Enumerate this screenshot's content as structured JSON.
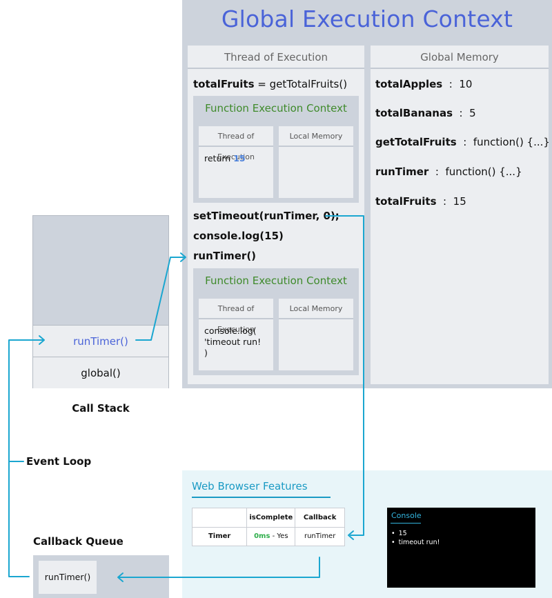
{
  "gec": {
    "title": "Global Execution Context",
    "thread": {
      "header": "Thread of Execution",
      "line1": {
        "bold": "totalFruits",
        "rest": " = getTotalFruits()"
      },
      "fec1": {
        "header": "Function Execution Context",
        "thread_header": "Thread of Execution",
        "memory_header": "Local Memory",
        "return_text": "return ",
        "return_value": "15"
      },
      "line2": "setTimeout(runTimer, 0);",
      "line3": "console.log(15)",
      "line4": "runTimer()",
      "fec2": {
        "header": "Function Execution Context",
        "thread_header": "Thread of Execution",
        "memory_header": "Local Memory",
        "body": "console.log(\n'timeout run!\n)"
      }
    },
    "memory": {
      "header": "Global Memory",
      "items": [
        {
          "name": "totalApples",
          "value": "10"
        },
        {
          "name": "totalBananas",
          "value": "5"
        },
        {
          "name": "getTotalFruits",
          "value": "function() {...}"
        },
        {
          "name": "runTimer",
          "value": "function() {...}"
        },
        {
          "name": "totalFruits",
          "value": "15"
        }
      ]
    }
  },
  "call_stack": {
    "label": "Call Stack",
    "frames": [
      "runTimer()",
      "global()"
    ]
  },
  "event_loop": {
    "label": "Event Loop"
  },
  "callback_queue": {
    "label": "Callback Queue",
    "items": [
      "runTimer()"
    ]
  },
  "web_browser": {
    "title": "Web Browser Features",
    "table": {
      "headers": [
        "",
        "isComplete",
        "Callback"
      ],
      "row": {
        "name": "Timer",
        "time": "0ms",
        "status": " - Yes",
        "callback": "runTimer"
      }
    },
    "console": {
      "title": "Console",
      "lines": [
        "15",
        "timeout run!"
      ]
    }
  },
  "colors": {
    "title_blue": "#4a63d8",
    "fec_green": "#3e8a2a",
    "arrow_cyan": "#1aa6d0",
    "panel_gray": "#cdd3dc",
    "panel_light": "#eceef1"
  }
}
